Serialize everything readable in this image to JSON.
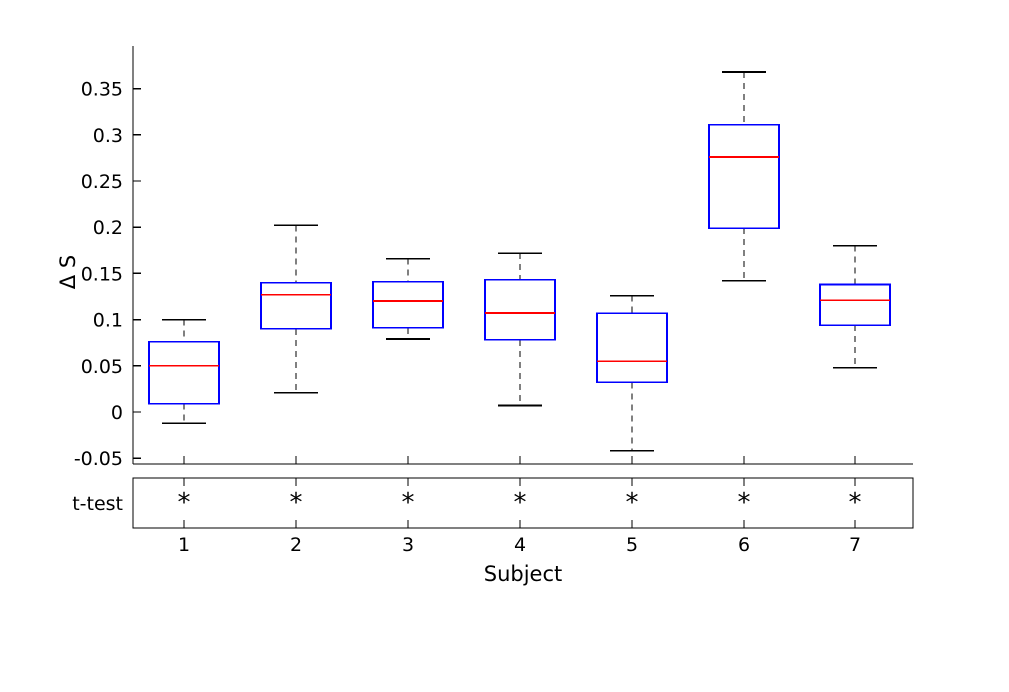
{
  "chart_data": {
    "type": "box",
    "title": "",
    "xlabel": "Subject",
    "ylabel": "Δ S",
    "categories": [
      "1",
      "2",
      "3",
      "4",
      "5",
      "6",
      "7"
    ],
    "ylim": [
      -0.05,
      0.39
    ],
    "ytick_labels": [
      "0.35",
      "0.3",
      "0.25",
      "0.2",
      "0.15",
      "0.1",
      "0.05",
      "0",
      "-0.05"
    ],
    "ytick_values": [
      0.35,
      0.3,
      0.25,
      0.2,
      0.15,
      0.1,
      0.05,
      0,
      -0.05
    ],
    "grid": false,
    "legend": "none",
    "box_color": "#0000ff",
    "median_color": "#ff0000",
    "whisker_color": "#000000",
    "boxes": [
      {
        "subject": "1",
        "whisker_low": -0.012,
        "q1": 0.009,
        "median": 0.05,
        "q3": 0.076,
        "whisker_high": 0.1
      },
      {
        "subject": "2",
        "whisker_low": 0.021,
        "q1": 0.09,
        "median": 0.127,
        "q3": 0.14,
        "whisker_high": 0.202
      },
      {
        "subject": "3",
        "whisker_low": 0.079,
        "q1": 0.091,
        "median": 0.12,
        "q3": 0.141,
        "whisker_high": 0.166
      },
      {
        "subject": "4",
        "whisker_low": 0.007,
        "q1": 0.078,
        "median": 0.107,
        "q3": 0.143,
        "whisker_high": 0.172
      },
      {
        "subject": "5",
        "whisker_low": -0.042,
        "q1": 0.032,
        "median": 0.055,
        "q3": 0.107,
        "whisker_high": 0.126
      },
      {
        "subject": "6",
        "whisker_low": 0.142,
        "q1": 0.199,
        "median": 0.276,
        "q3": 0.311,
        "whisker_high": 0.368
      },
      {
        "subject": "7",
        "whisker_low": 0.048,
        "q1": 0.094,
        "median": 0.121,
        "q3": 0.138,
        "whisker_high": 0.18
      }
    ],
    "annotation_panel": {
      "label": "t-test",
      "marks": [
        "*",
        "*",
        "*",
        "*",
        "*",
        "*",
        "*"
      ]
    }
  }
}
